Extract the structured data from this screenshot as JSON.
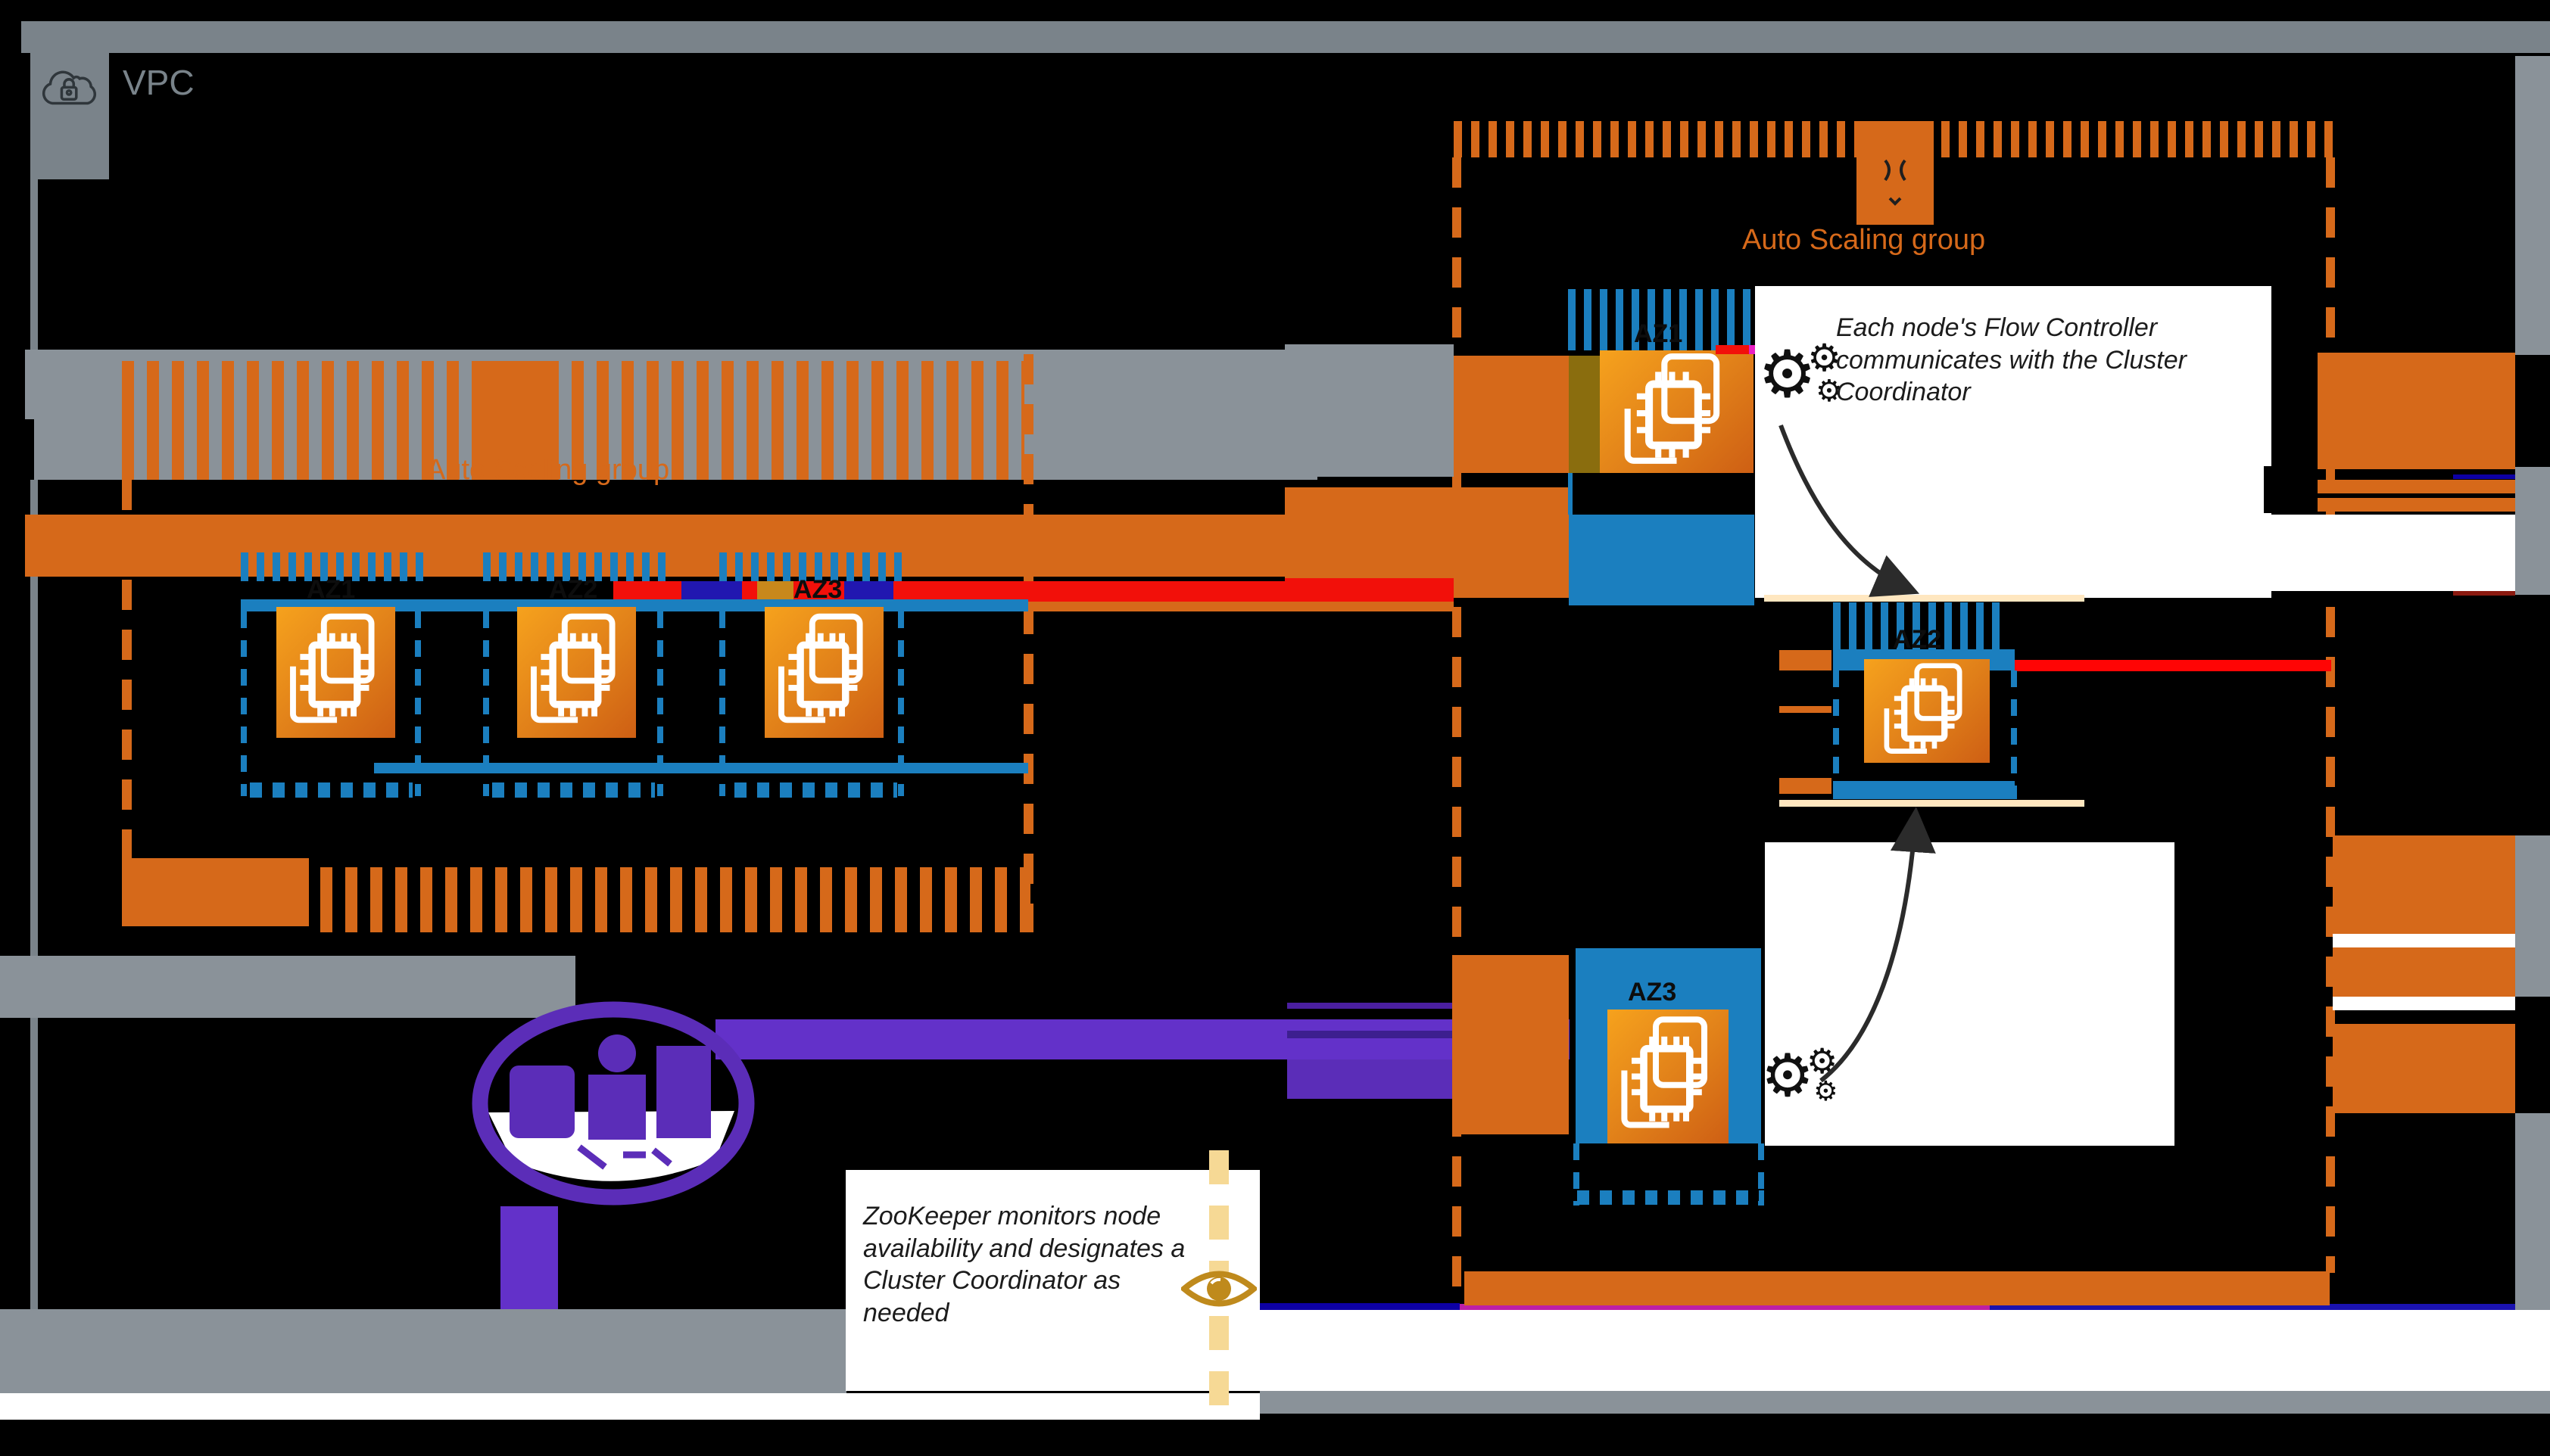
{
  "vpc": {
    "label": "VPC"
  },
  "asg_left": {
    "label": "Auto Scaling group",
    "azs": [
      "AZ1",
      "AZ2",
      "AZ3"
    ]
  },
  "asg_right": {
    "label": "Auto Scaling group",
    "azs": [
      "AZ1",
      "AZ2",
      "AZ3"
    ]
  },
  "notes": {
    "flow_controller": "Each node's Flow Controller communicates with the Cluster Coordinator",
    "zookeeper": "ZooKeeper monitors node availability and designates a Cluster Coordinator as needed"
  },
  "icons": {
    "vpc_icon": "vpc-cloud-lock-icon",
    "ec2_icon": "ec2-instance-icon",
    "asg_icon": "auto-scaling-group-icon",
    "gears_icon": "gears-icon",
    "eye_icon": "eye-icon",
    "zookeeper_icon": "zookeeper-icon"
  },
  "colors": {
    "orange": "#D6691A",
    "blue": "#1B7FBF",
    "gray": "#8A9299",
    "border_gray": "#7A838A",
    "purple": "#6331C9",
    "purple_dark": "#5B2DB8",
    "red": "#F2100A",
    "navy": "#1A12B0",
    "magenta": "#BE1FA5",
    "gold": "#BF8A1C",
    "pale_gold": "#F6D995",
    "pale_peach": "#FFE7C0",
    "olive": "#8A6D0E"
  }
}
